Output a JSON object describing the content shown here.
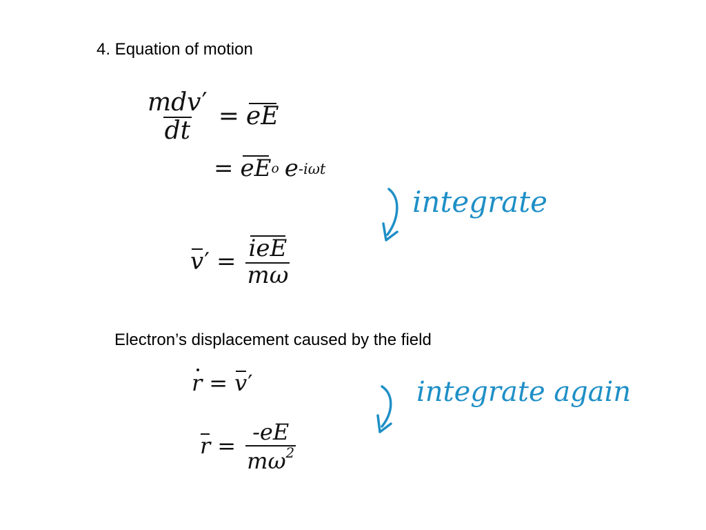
{
  "slide": {
    "title": "4.  Equation of motion",
    "subheading": "Electron’s displacement caused by the field"
  },
  "equations": {
    "eq1": {
      "lhs_num": "mdv",
      "lhs_den": "dt",
      "rhs": "eE"
    },
    "eq2": {
      "rhs_a": "eE",
      "rhs_sub": "o",
      "rhs_b": "e",
      "rhs_exp": "-iωt"
    },
    "eq3": {
      "lhs": "v",
      "num": "ieE",
      "den": "mω"
    },
    "eq4": {
      "lhs": "r",
      "rhs": "v"
    },
    "eq5": {
      "lhs": "r",
      "num": "-eE",
      "den": "mω",
      "den_exp": "2"
    }
  },
  "annotations": {
    "note1": "integrate",
    "note2": "integrate again",
    "ink_color": "#1e8fc6"
  },
  "icons": [
    "curved-arrow-icon"
  ]
}
